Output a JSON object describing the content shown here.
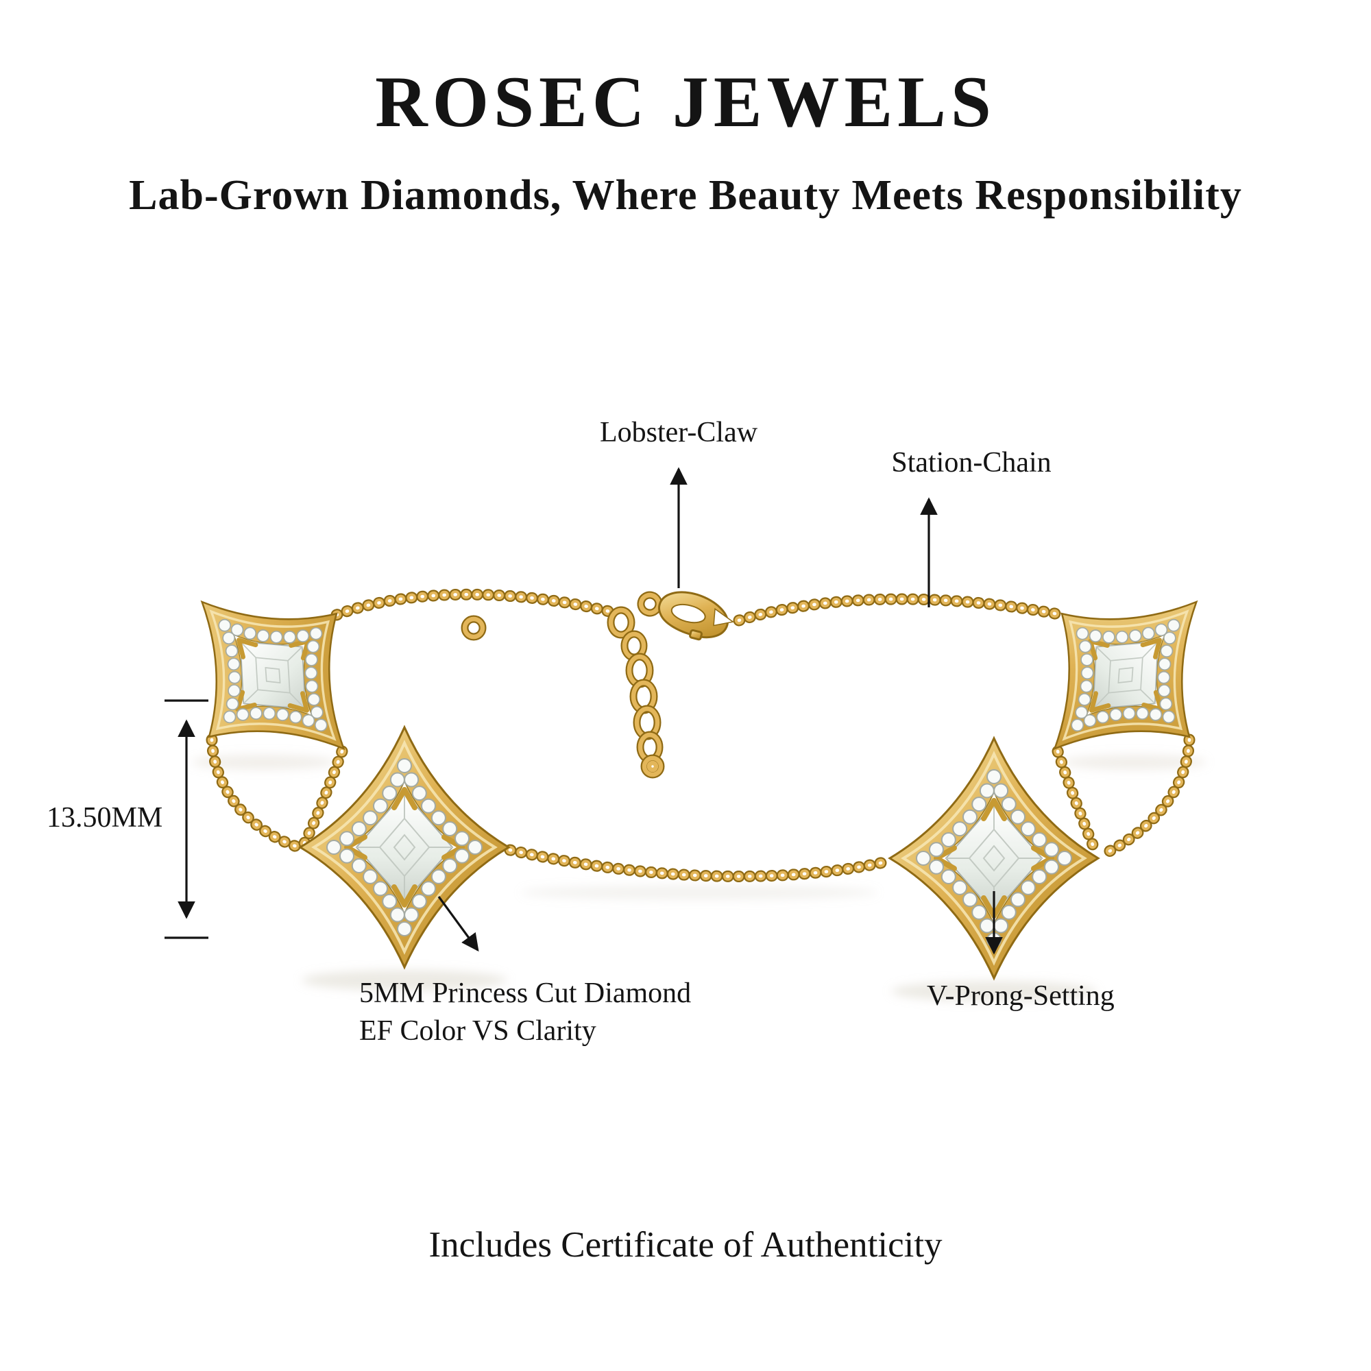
{
  "header": {
    "brand": "ROSEC JEWELS",
    "tagline": "Lab-Grown Diamonds, Where Beauty Meets Responsibility"
  },
  "annotations": {
    "clasp": "Lobster-Claw",
    "chain": "Station-Chain",
    "dimension": "13.50MM",
    "diamond_line1": "5MM Princess Cut Diamond",
    "diamond_line2": "EF Color VS Clarity",
    "setting": "V-Prong-Setting"
  },
  "footer": {
    "certificate": "Includes Certificate of Authenticity"
  },
  "colors": {
    "gold": "#E3B65A",
    "gold_dark": "#8F6A14",
    "gold_light": "#F7E8B6",
    "diamond_white": "#F4F7F4",
    "text": "#141414",
    "background": "#FFFFFF"
  }
}
